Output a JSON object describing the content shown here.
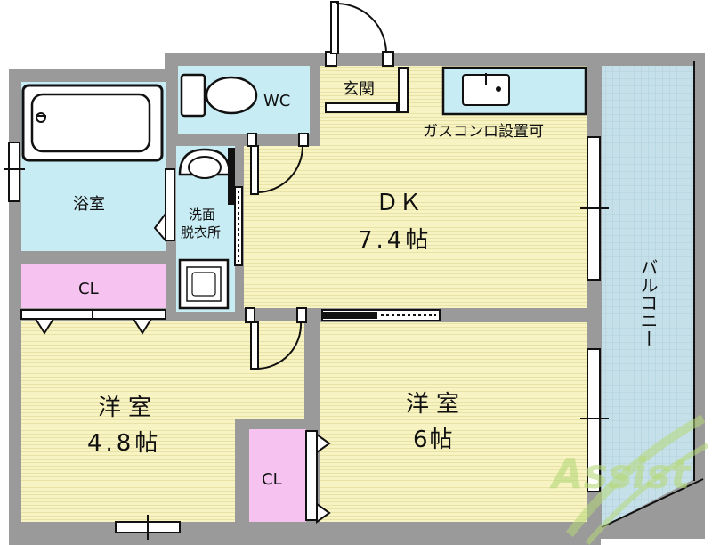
{
  "rooms": {
    "wc": "WC",
    "entrance": "玄関",
    "stove_note": "ガスコンロ設置可",
    "bath": "浴室",
    "washroom_line1": "洗面",
    "washroom_line2": "脱衣所",
    "dk_name": "ＤＫ",
    "dk_size": "7.4帖",
    "closet_top": "CL",
    "balcony": "バルコニー",
    "western1_name": "洋室",
    "western1_size": "4.8帖",
    "western2_name": "洋室",
    "western2_size": "6帖",
    "closet_bottom": "CL"
  },
  "watermark": "Assist",
  "colors": {
    "wall": "#9a9a9a",
    "floor_yellow": "#f7f3c2",
    "water_blue": "#c7ecf3",
    "closet_pink": "#f6c2ef",
    "entrance_tile": "#cfe0ef",
    "balcony": "#c6e0ea",
    "watermark_green": "#b6d979"
  }
}
